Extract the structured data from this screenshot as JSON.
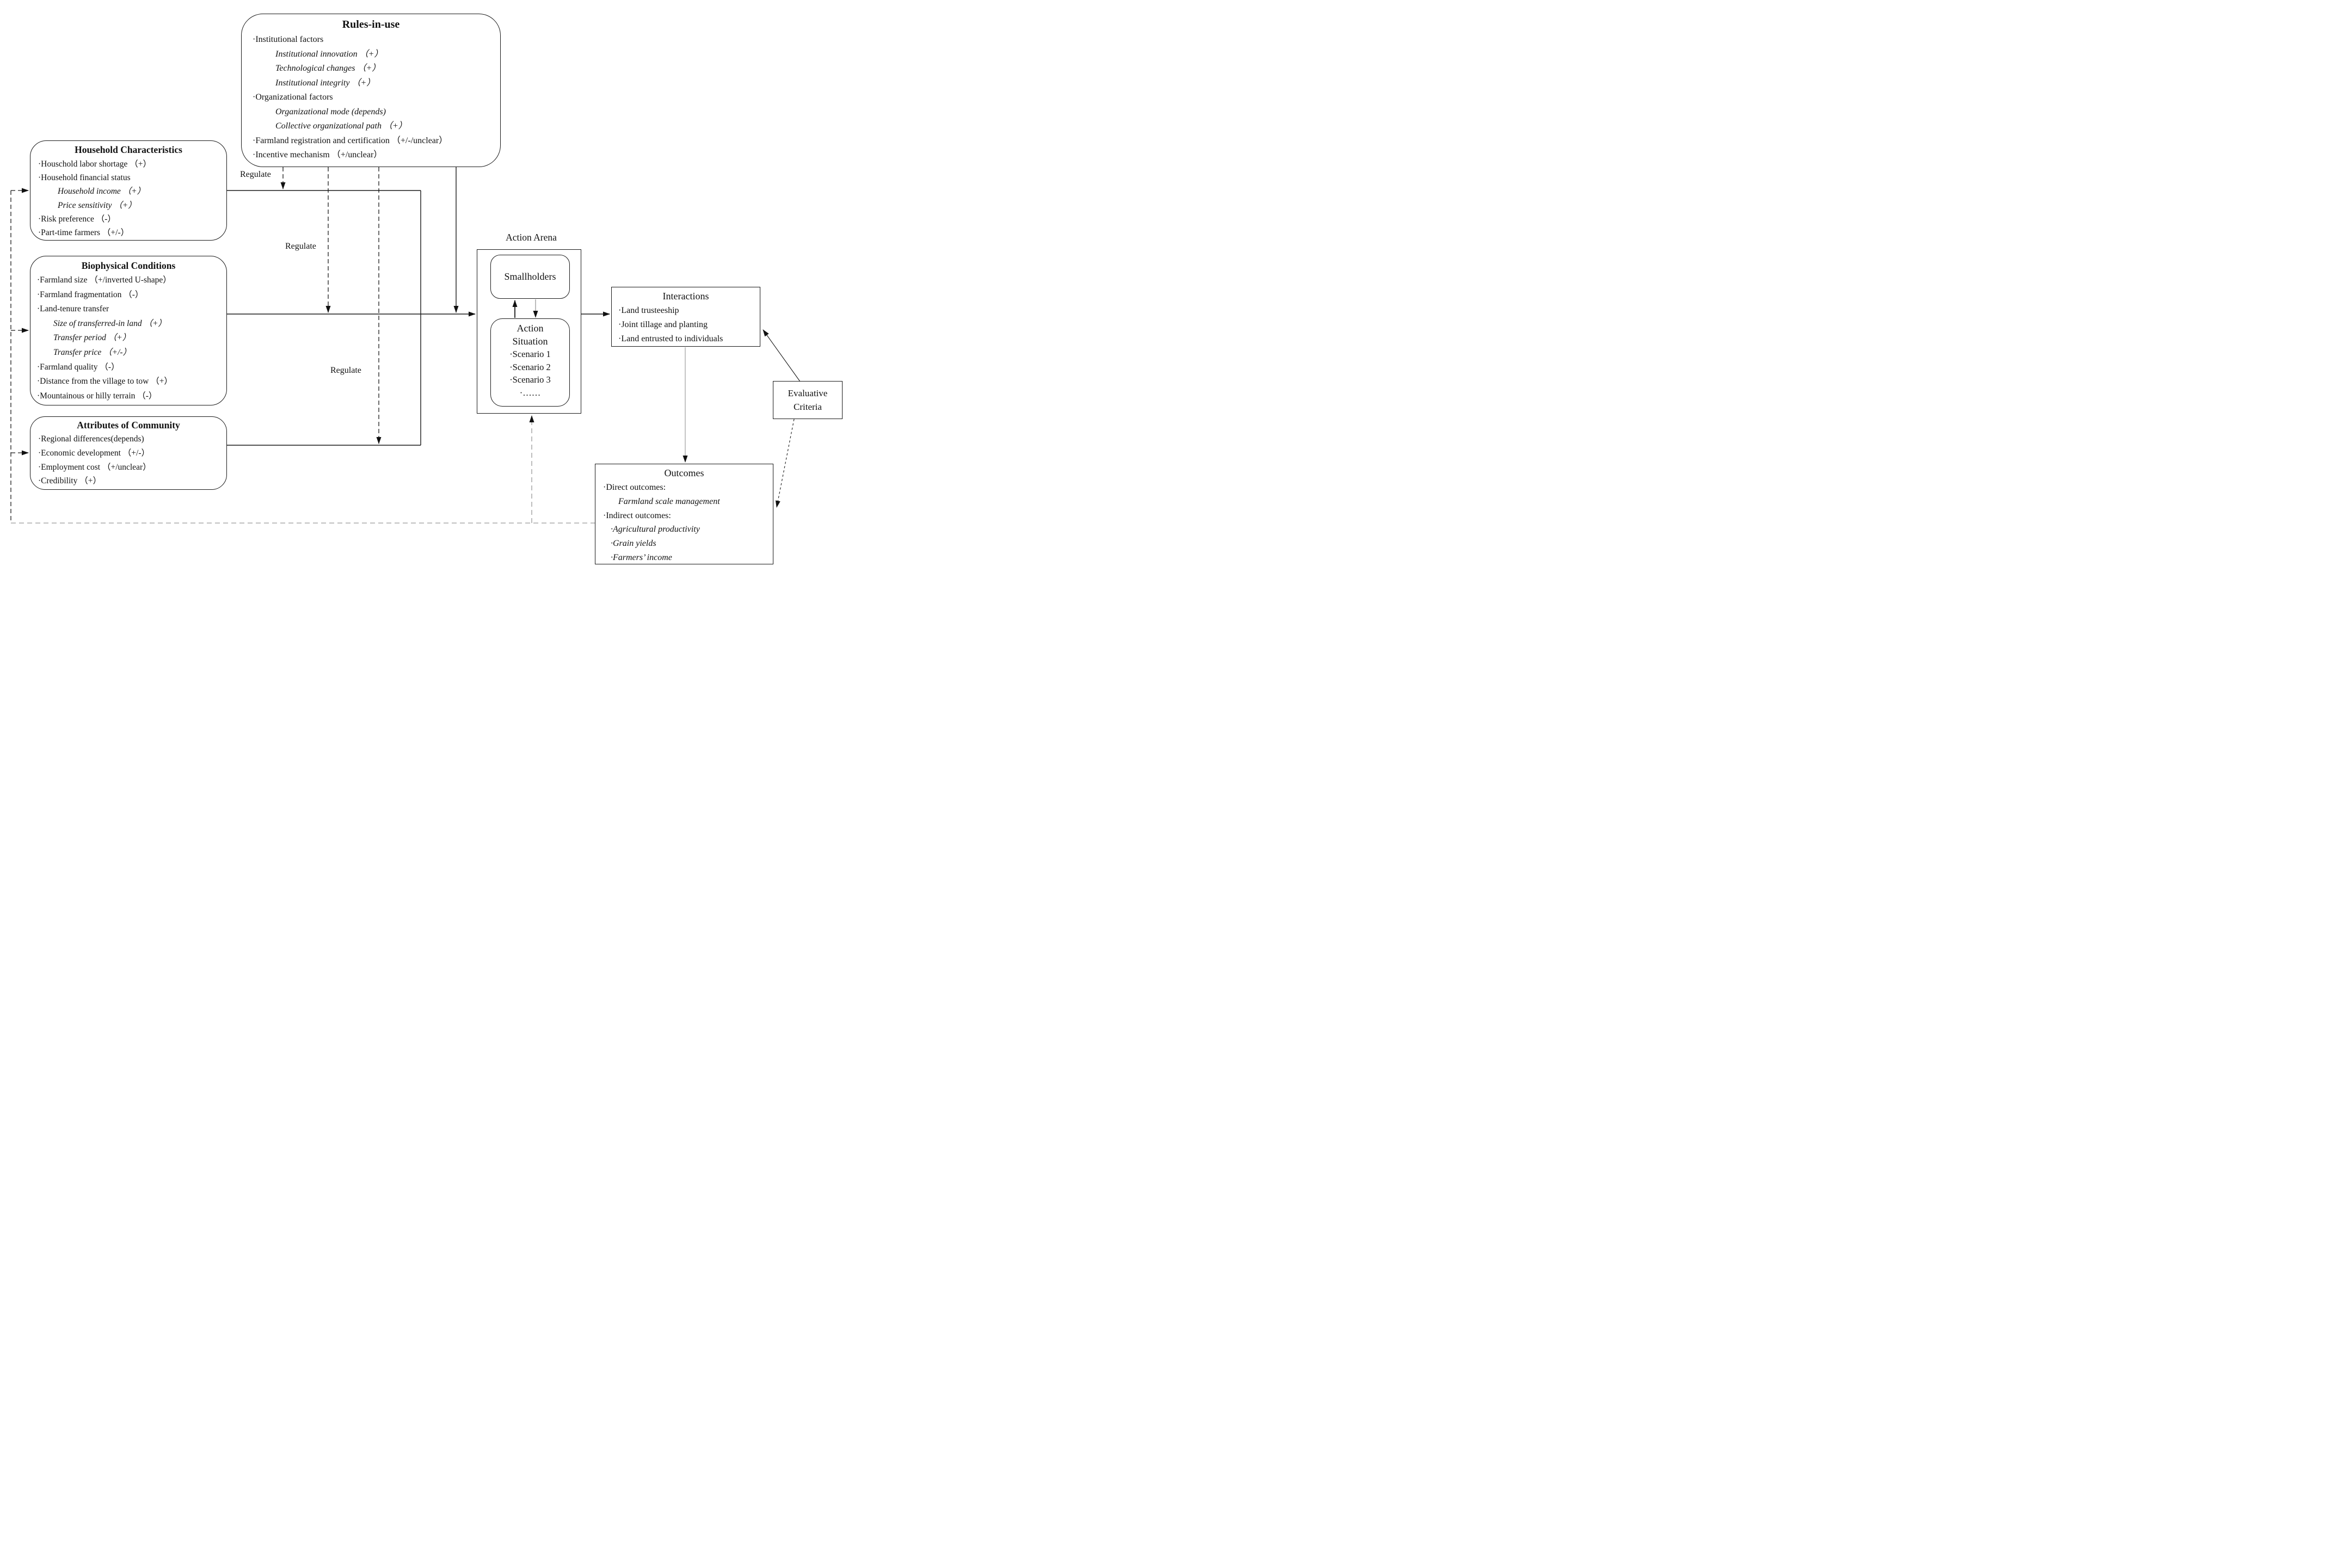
{
  "colors": {
    "line": "#1a1a1a",
    "feedback_gray": "#999999",
    "background": "#ffffff"
  },
  "boxes": {
    "rules": {
      "title": "Rules-in-use",
      "items": [
        "·Institutional factors",
        "Institutional innovation （+）",
        "Technological changes （+）",
        "Institutional integrity （+）",
        "·Organizational factors",
        "Organizational mode (depends)",
        "Collective organizational path （+）",
        "·Farmland registration and certification （+/-/unclear）",
        "·Incentive mechanism （+/unclear）"
      ]
    },
    "household": {
      "title": "Household Characteristics",
      "items": [
        "·Houschold labor shortage （+）",
        "·Household financial status",
        "Household income （+）",
        "Price sensitivity （+）",
        "·Risk preference （-）",
        "·Part-time farmers （+/-）"
      ]
    },
    "biophysical": {
      "title": "Biophysical Conditions",
      "items": [
        "·Farmland size （+/inverted U-shape）",
        "·Farmland fragmentation （-）",
        "·Land-tenure transfer",
        "Size of transferred-in land （+）",
        "Transfer period （+）",
        "Transfer price （+/-）",
        "·Farmland quality （-）",
        "·Distance from the village to tow （+）",
        "·Mountainous or hilly terrain （-）"
      ]
    },
    "attributes": {
      "title": "Attributes of Community",
      "items": [
        "·Regional differences(depends)",
        "·Economic development （+/-）",
        "·Employment cost （+/unclear）",
        "·Credibility （+）"
      ]
    },
    "action_arena": {
      "label": "Action Arena",
      "smallholders": "Smallholders",
      "action_situation": {
        "title_line1": "Action",
        "title_line2": "Situation",
        "items": [
          "·Scenario 1",
          "·Scenario 2",
          "·Scenario 3",
          "·……"
        ]
      }
    },
    "interactions": {
      "title": "Interactions",
      "items": [
        "·Land trusteeship",
        "·Joint tillage and planting",
        "·Land entrusted to individuals"
      ]
    },
    "outcomes": {
      "title": "Outcomes",
      "items": [
        "·Direct outcomes:",
        "Farmland scale management",
        "·Indirect outcomes:",
        "·Agricultural productivity",
        "·Grain yields",
        "·Farmers’ income"
      ]
    },
    "evaluative": {
      "line1": "Evaluative",
      "line2": "Criteria"
    }
  },
  "edge_labels": {
    "regulate_household": "Regulate",
    "regulate_biophysical": "Regulate",
    "regulate_attributes": "Regulate"
  }
}
